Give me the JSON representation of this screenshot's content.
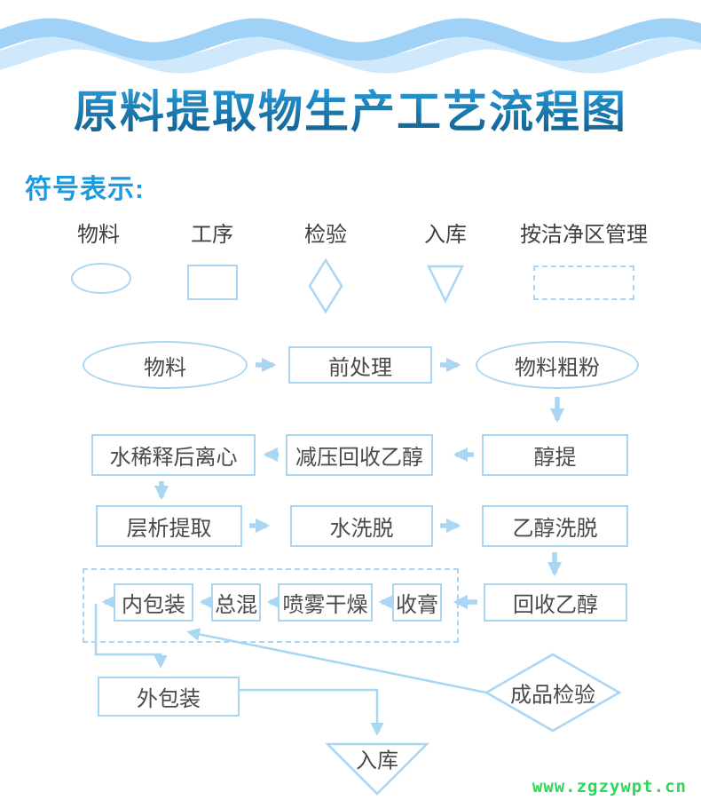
{
  "header": {
    "title": "原料提取物生产工艺流程图",
    "legend_heading": "符号表示:"
  },
  "legend": {
    "items": [
      {
        "label": "物料",
        "shape": "ellipse"
      },
      {
        "label": "工序",
        "shape": "rect"
      },
      {
        "label": "检验",
        "shape": "diamond"
      },
      {
        "label": "入库",
        "shape": "inverted-triangle"
      },
      {
        "label": "按洁净区管理",
        "shape": "dashed-rect"
      }
    ]
  },
  "flowchart": {
    "nodes": [
      {
        "id": "material",
        "label": "物料",
        "shape": "ellipse"
      },
      {
        "id": "pretreatment",
        "label": "前处理",
        "shape": "rect"
      },
      {
        "id": "material-coarse-powder",
        "label": "物料粗粉",
        "shape": "ellipse"
      },
      {
        "id": "water-dilute-centrifuge",
        "label": "水稀释后离心",
        "shape": "rect"
      },
      {
        "id": "vacuum-recover-ethanol",
        "label": "减压回收乙醇",
        "shape": "rect"
      },
      {
        "id": "ethanol-extraction",
        "label": "醇提",
        "shape": "rect"
      },
      {
        "id": "chromatography-extraction",
        "label": "层析提取",
        "shape": "rect"
      },
      {
        "id": "water-elution",
        "label": "水洗脱",
        "shape": "rect"
      },
      {
        "id": "ethanol-elution",
        "label": "乙醇洗脱",
        "shape": "rect"
      },
      {
        "id": "inner-packaging",
        "label": "内包装",
        "shape": "rect"
      },
      {
        "id": "total-mixing",
        "label": "总混",
        "shape": "rect"
      },
      {
        "id": "spray-drying",
        "label": "喷雾干燥",
        "shape": "rect"
      },
      {
        "id": "paste-collection",
        "label": "收膏",
        "shape": "rect"
      },
      {
        "id": "recover-ethanol",
        "label": "回收乙醇",
        "shape": "rect"
      },
      {
        "id": "outer-packaging",
        "label": "外包装",
        "shape": "rect"
      },
      {
        "id": "finished-product-inspection",
        "label": "成品检验",
        "shape": "diamond"
      },
      {
        "id": "warehousing",
        "label": "入库",
        "shape": "inverted-triangle"
      }
    ],
    "edges": [
      "物料 → 前处理",
      "前处理 → 物料粗粉",
      "物料粗粉 → 醇提",
      "醇提 → 减压回收乙醇",
      "减压回收乙醇 → 水稀释后离心",
      "水稀释后离心 → 层析提取",
      "层析提取 → 水洗脱",
      "水洗脱 → 乙醇洗脱",
      "乙醇洗脱 → 回收乙醇",
      "回收乙醇 → 收膏",
      "收膏 → 喷雾干燥",
      "喷雾干燥 → 总混",
      "总混 → 内包装",
      "内包装 → 外包装",
      "成品检验 → 内包装",
      "外包装 → 入库"
    ],
    "clean_area_members": [
      "内包装",
      "总混",
      "喷雾干燥",
      "收膏"
    ]
  },
  "watermark": {
    "text": "www.zgzywpt.cn"
  },
  "colors": {
    "line_blue": "#a9d6f3",
    "box_text": "#4a4a4a",
    "title_gradient_top": "#2fa9e9",
    "title_gradient_bottom": "#135a85",
    "legend_heading_blue": "#1b9be0",
    "wave_front": "#a0d2f7",
    "wave_back": "#cfe8fc",
    "watermark_green": "#2ed857"
  }
}
